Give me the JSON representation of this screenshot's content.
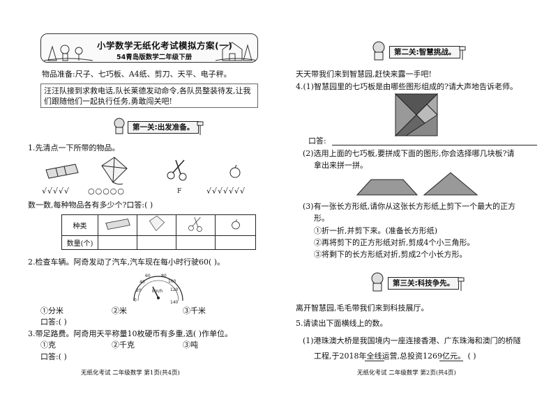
{
  "left": {
    "banner": {
      "title": "小学数学无纸化考试模拟方案(一)",
      "subtitle": "54青岛版数学二年级下册"
    },
    "materials": "物品准备:尺子、七巧板、A4纸、剪刀、天平、电子秤。",
    "story": {
      "line1": "汪汪队接到求救电话,队长莱德发动命令,各队员整装待发,让我",
      "line2": "们跟随他们一起执行任务,勇敢闯关吧!"
    },
    "level1_title": "第一关:出发准备。",
    "q1": {
      "text": "1.先清点一下所带的物品。",
      "marks_telescope": "√√√√√",
      "marks_kite": "○○○○○",
      "marks_scissors": "F",
      "marks_apple": "√√√√√√√",
      "question": "数一数,每种物品各有多少个?口答:(            )",
      "table_header": "种类",
      "table_row2": "数量(个)"
    },
    "q2": {
      "text": "2.检查车辆。阿奇发动了汽车,汽车现在每小时行驶60(      )。",
      "gauge_ticks": [
        "20",
        "40",
        "60",
        "80",
        "100",
        "120",
        "140"
      ],
      "gauge_unit": "km/h",
      "gauge_zero": "0",
      "opt_a": "①分米",
      "opt_b": "②米",
      "opt_c": "③千米",
      "answer": "口答:(          )"
    },
    "q3": {
      "text": "3.带足路费。阿奇用天平称量10枚硬币有多重,选(      )作单位。",
      "opt_a": "①克",
      "opt_b": "②千克",
      "opt_c": "③吨",
      "answer": "口答:(          )"
    },
    "footer": "无纸化考试   二年级数学   第1页(共4页)"
  },
  "right": {
    "level2_title": "第二关:智慧挑战。",
    "intro2": "天天带我们来到智慧园,赶快来露一手吧!",
    "q4_1": "4.(1)智慧园里的七巧板是由哪些图形组成的?请大声地告诉老师。",
    "answer_label": "口答:",
    "q4_2_l1": "(2)选用上面的七巧板,要拼成下面的图形,你会选择哪几块板?请",
    "q4_2_l2": "拿出来拼一拼。",
    "q4_3_l1": "(3)有一张长方形纸,请你从这张长方形纸上剪下一个最大的正方",
    "q4_3_l2": "形。",
    "step1": "①折一折,并剪下来。(准备长方形纸)",
    "step2": "②再将剪下的正方形纸对折,剪成4个小三角形。",
    "step3": "③将剩下的长方形纸对折,剪成2个小长方形。",
    "level3_title": "第三关:科技争先。",
    "intro3": "离开智慧园,毛毛带我们来到科技展厅。",
    "q5": "5.请读出下面横线上的数。",
    "q5_1_l1": "(1)港珠澳大桥是我国境内一座连接香港、广东珠海和澳门的桥隧",
    "q5_1_l2": "工程,于2018年全线运营,总投资1269亿元。  (              )",
    "footer": "无纸化考试   二年级数学   第2页(共4页)"
  }
}
